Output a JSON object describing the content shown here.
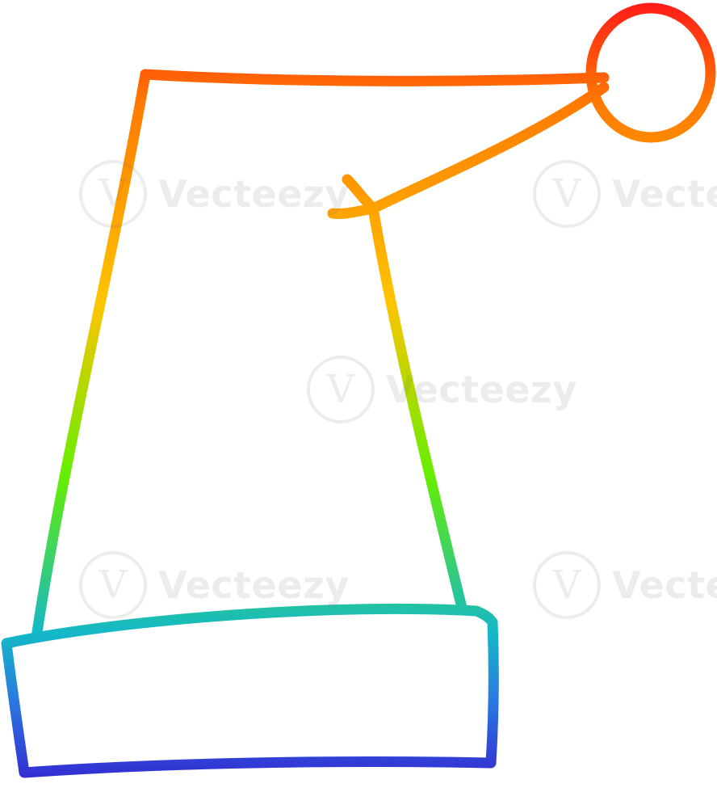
{
  "illustration": {
    "subject": "rainbow-gradient-santa-hat",
    "colors": {
      "top_red": "#ff1a1a",
      "orange": "#ff7a00",
      "yellow": "#ffc400",
      "green": "#66ee00",
      "teal": "#14b8c8",
      "blue": "#2a7ce0",
      "indigo": "#3520d0"
    }
  },
  "watermark": {
    "brand": "Vecteezy",
    "mark": "V"
  }
}
